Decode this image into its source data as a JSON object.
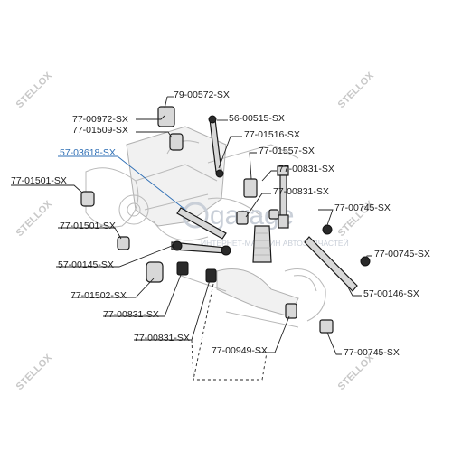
{
  "watermark": {
    "side_text": "STELLOX",
    "center_logo": "garage",
    "center_tagline": "ИНТЕРНЕТ-МАГАЗИН АВТОЗАПЧАСТЕЙ"
  },
  "part_labels": {
    "p79_00572": "79-00572-SX",
    "p77_00972": "77-00972-SX",
    "p77_01509": "77-01509-SX",
    "p56_00515": "56-00515-SX",
    "p57_03618": "57-03618-SX",
    "p77_01516": "77-01516-SX",
    "p77_01557": "77-01557-SX",
    "p77_01501_a": "77-01501-SX",
    "p77_00831_a": "77-00831-SX",
    "p77_00831_b": "77-00831-SX",
    "p77_00745_a": "77-00745-SX",
    "p77_01501_b": "77-01501-SX",
    "p77_00745_b": "77-00745-SX",
    "p57_00145": "57-00145-SX",
    "p57_00146": "57-00146-SX",
    "p77_01502": "77-01502-SX",
    "p77_00831_c": "77-00831-SX",
    "p77_00831_d": "77-00831-SX",
    "p77_00949": "77-00949-SX",
    "p77_00745_c": "77-00745-SX"
  },
  "colors": {
    "highlight_label": "#2f6fb5",
    "label": "#1a1a1a",
    "watermark": "#c8c8c8"
  }
}
